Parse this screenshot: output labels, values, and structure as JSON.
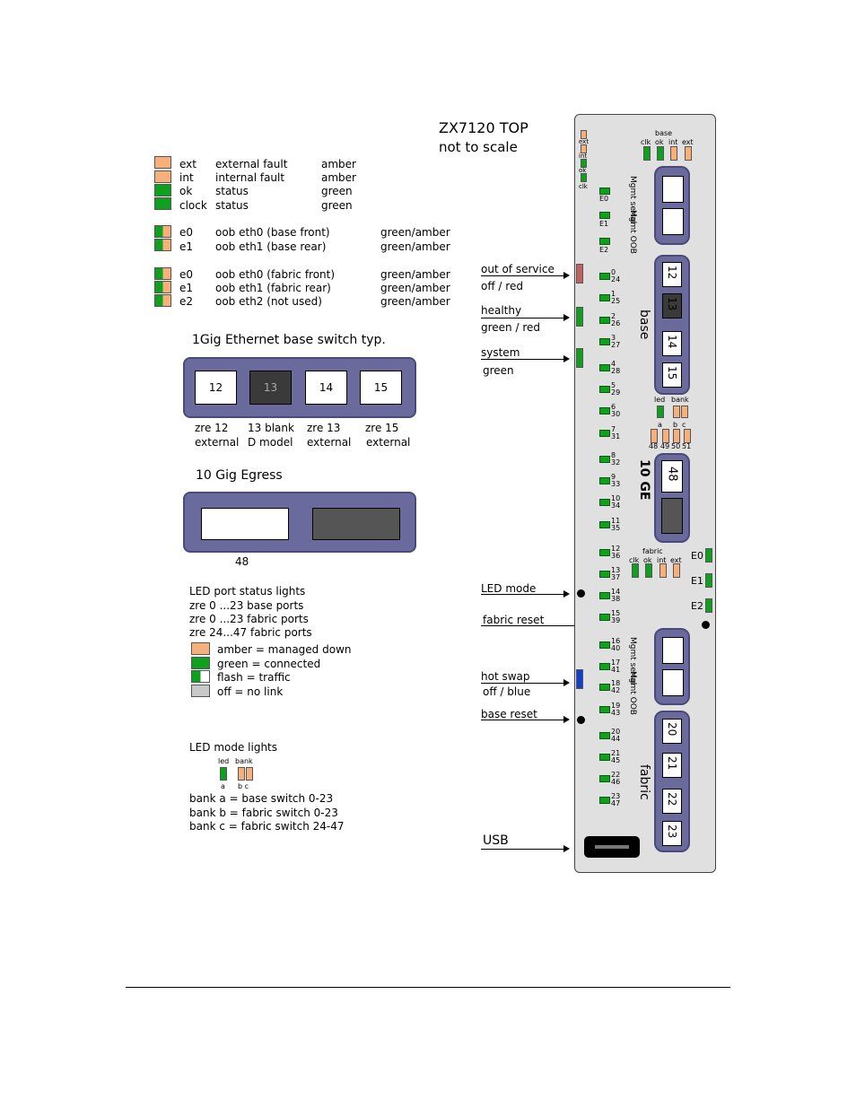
{
  "title": {
    "line1": "ZX7120     TOP",
    "line2": "not to scale"
  },
  "legend_top": [
    {
      "code": "ext",
      "desc": "external fault",
      "color": "amber"
    },
    {
      "code": "int",
      "desc": "internal fault",
      "color": "amber"
    },
    {
      "code": "ok",
      "desc": "status",
      "color": "green"
    },
    {
      "code": "clock",
      "desc": "status",
      "color": "green"
    }
  ],
  "legend_oob_base": [
    {
      "code": "e0",
      "desc": "oob eth0 (base front)",
      "color": "green/amber"
    },
    {
      "code": "e1",
      "desc": "oob eth1 (base rear)",
      "color": "green/amber"
    }
  ],
  "legend_oob_fabric": [
    {
      "code": "e0",
      "desc": "oob eth0 (fabric front)",
      "color": "green/amber"
    },
    {
      "code": "e1",
      "desc": "oob eth1 (fabric rear)",
      "color": "green/amber"
    },
    {
      "code": "e2",
      "desc": "oob eth2 (not used)",
      "color": "green/amber"
    }
  ],
  "gig_section": {
    "title": "1Gig Ethernet  base switch  typ.",
    "ports": [
      "12",
      "13",
      "14",
      "15"
    ],
    "captions_1": [
      "zre 12",
      "13 blank",
      "zre 13",
      "zre 15"
    ],
    "captions_2": [
      "external",
      "D model",
      "external",
      "external"
    ]
  },
  "egress_section": {
    "title": "10 Gig Egress",
    "port_label": "48"
  },
  "port_status": {
    "title": "LED port status lights",
    "lines": [
      "zre  0  ...23  base  ports",
      "zre  0  ...23 fabric ports",
      "zre  24...47 fabric ports"
    ],
    "legend": [
      {
        "name": "amber",
        "desc": "= managed down"
      },
      {
        "name": "green",
        "desc": " = connected"
      },
      {
        "name": "flash",
        "desc": "  = traffic"
      },
      {
        "name": "off",
        "desc": "     = no link"
      }
    ]
  },
  "led_mode": {
    "title": "LED mode lights",
    "top_labels": [
      "led",
      "bank"
    ],
    "bottom_labels": [
      "a",
      "b  c"
    ],
    "lines": [
      "bank a = base switch 0-23",
      "bank b = fabric switch 0-23",
      "bank c = fabric switch 24-47"
    ]
  },
  "callouts": [
    {
      "label": "out of service",
      "sub": "off / red"
    },
    {
      "label": "healthy",
      "sub": "green / red"
    },
    {
      "label": "system",
      "sub": "green"
    },
    {
      "label": "LED mode",
      "sub": ""
    },
    {
      "label": "fabric reset",
      "sub": ""
    },
    {
      "label": "hot swap",
      "sub": "off / blue"
    },
    {
      "label": "base reset",
      "sub": ""
    },
    {
      "label": "USB",
      "sub": ""
    }
  ],
  "panel": {
    "status_leds": [
      "ext",
      "int",
      "ok",
      "clk"
    ],
    "eth_leds": [
      "E0",
      "E1",
      "E2"
    ],
    "base_header": "base",
    "base_led_labels": [
      "clk",
      "ok",
      "int",
      "ext"
    ],
    "mgmt_labels": [
      "Mgmt serial",
      "Mgmt OOB"
    ],
    "base_ports": [
      "12",
      "13",
      "14",
      "15"
    ],
    "base_label": "base",
    "led_bank": {
      "labels": [
        "led",
        "bank"
      ],
      "sub": [
        "a",
        "b",
        "c"
      ],
      "nums": [
        "48",
        "49",
        "50",
        "51"
      ]
    },
    "ge_label": "10 GE",
    "ge_port": "48",
    "fabric_header": "fabric",
    "fabric_led_labels": [
      "clk",
      "ok",
      "int",
      "ext"
    ],
    "fabric_eth": [
      "E0",
      "E1",
      "E2"
    ],
    "fabric_ports": [
      "20",
      "21",
      "22",
      "23"
    ],
    "fabric_label": "fabric",
    "port_pairs": [
      [
        "0",
        "24"
      ],
      [
        "1",
        "25"
      ],
      [
        "2",
        "26"
      ],
      [
        "3",
        "27"
      ],
      [
        "4",
        "28"
      ],
      [
        "5",
        "29"
      ],
      [
        "6",
        "30"
      ],
      [
        "7",
        "31"
      ],
      [
        "8",
        "32"
      ],
      [
        "9",
        "33"
      ],
      [
        "10",
        "34"
      ],
      [
        "11",
        "35"
      ],
      [
        "12",
        "36"
      ],
      [
        "13",
        "37"
      ],
      [
        "14",
        "38"
      ],
      [
        "15",
        "39"
      ],
      [
        "16",
        "40"
      ],
      [
        "17",
        "41"
      ],
      [
        "18",
        "42"
      ],
      [
        "19",
        "43"
      ],
      [
        "20",
        "44"
      ],
      [
        "21",
        "45"
      ],
      [
        "22",
        "46"
      ],
      [
        "23",
        "47"
      ]
    ]
  },
  "colors": {
    "amber": "#f7b07a",
    "green": "#10a020",
    "panel": "#6a6a9c",
    "panel_bg": "#e0e0e0",
    "hotswap": "#1040d0",
    "oos": "#c06060"
  }
}
